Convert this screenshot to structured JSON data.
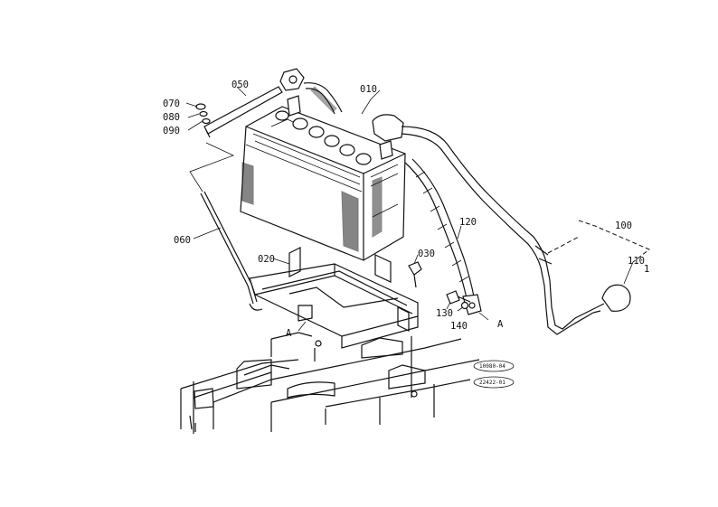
{
  "parts": {
    "p010": "010",
    "p020": "020",
    "p030": "030",
    "p050": "050",
    "p060": "060",
    "p070": "070",
    "p080": "080",
    "p090": "090",
    "p100": "100",
    "p110": "110",
    "p120": "120",
    "p130": "130",
    "p140": "140",
    "ref_a1": "A",
    "ref_a2": "A",
    "sub_1": "1"
  },
  "stamps": {
    "code1": "10080-04",
    "code2": "22422-01"
  }
}
